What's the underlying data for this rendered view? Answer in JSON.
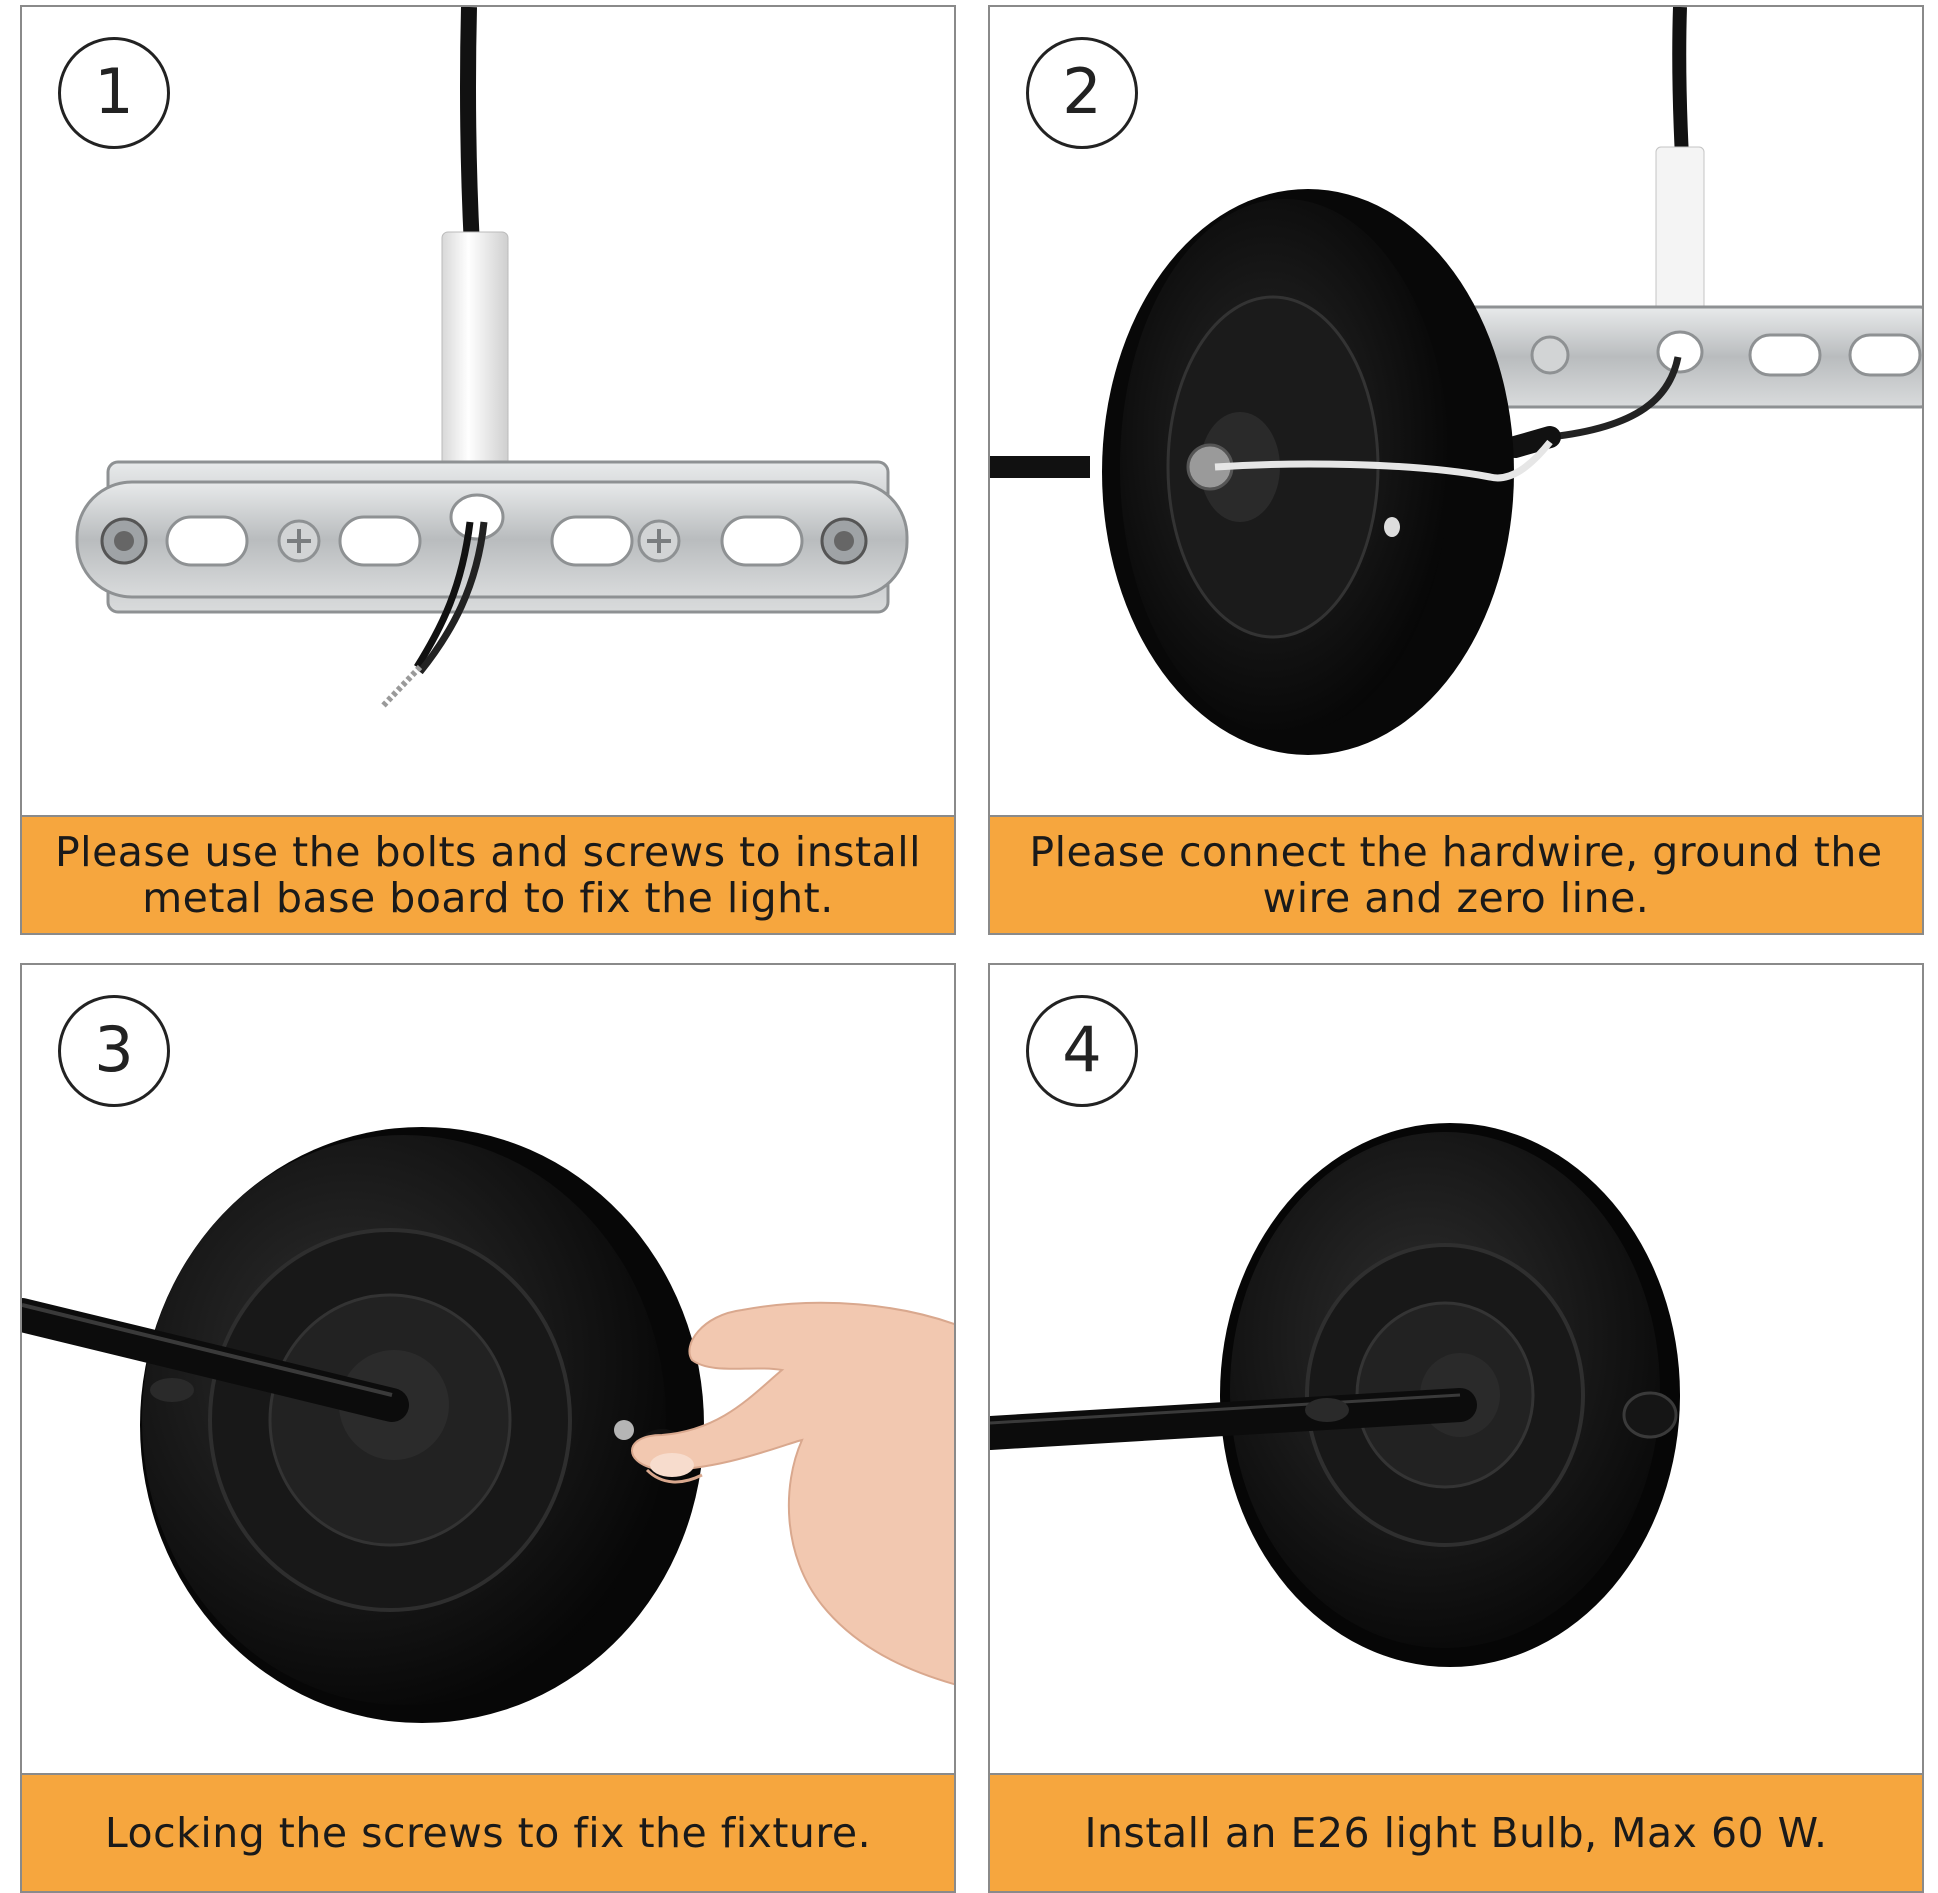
{
  "steps": [
    {
      "number": "1",
      "caption": "Please use the bolts and screws to install metal base board to fix the light."
    },
    {
      "number": "2",
      "caption": "Please connect the hardwire, ground the wire and zero line."
    },
    {
      "number": "3",
      "caption": "Locking the screws to fix the fixture."
    },
    {
      "number": "4",
      "caption": "Install an E26 light Bulb, Max 60 W."
    }
  ],
  "colors": {
    "caption_bg": "#f6a63e",
    "border": "#8a8a8a",
    "fixture": "#0d0d0d",
    "bracket": "#c9ccce"
  },
  "icons": [
    "mounting-bracket-icon",
    "ceiling-canopy-icon",
    "hand-icon",
    "wall-plate-icon"
  ]
}
